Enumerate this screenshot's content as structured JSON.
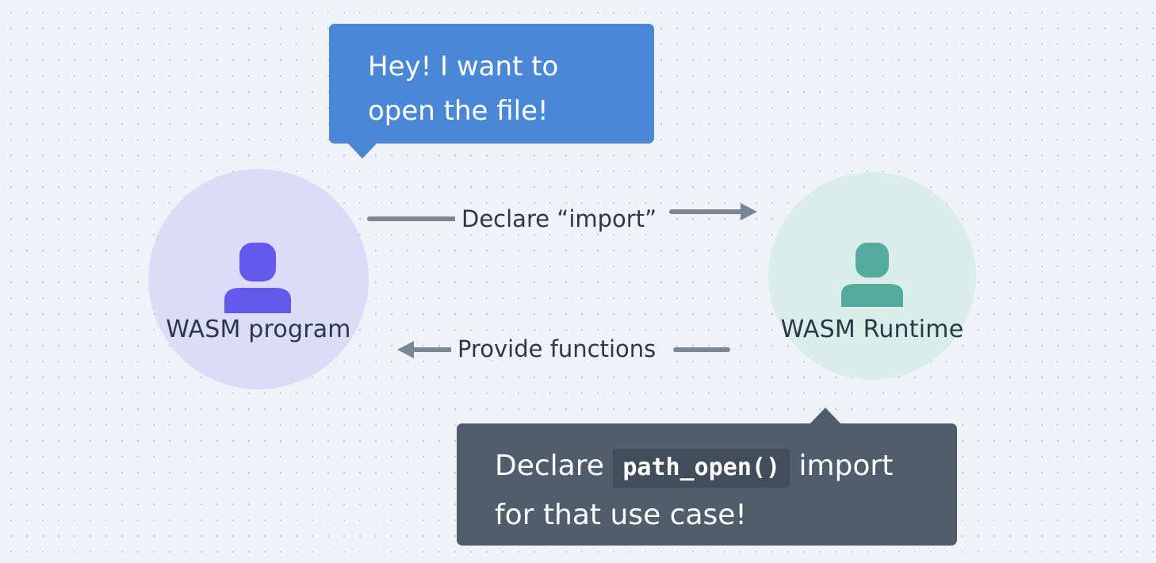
{
  "bubble_top": {
    "line1": "Hey! I want to",
    "line2": "open the file!",
    "color": "#4a87d6"
  },
  "program": {
    "label": "WASM program",
    "icon": "person-icon",
    "icon_color": "#6459ed",
    "bg_color": "#dddcf8"
  },
  "runtime": {
    "label": "WASM Runtime",
    "icon": "person-icon",
    "icon_color": "#52ab9c",
    "bg_color": "#d9eee9"
  },
  "edges": {
    "declare_label": "Declare “import”",
    "provide_label": "Provide functions",
    "color": "#7b8694"
  },
  "bubble_bottom": {
    "prefix": "Declare",
    "code": "path_open()",
    "suffix": "import",
    "line2": "for that use case!",
    "color": "#4f5d6d"
  }
}
